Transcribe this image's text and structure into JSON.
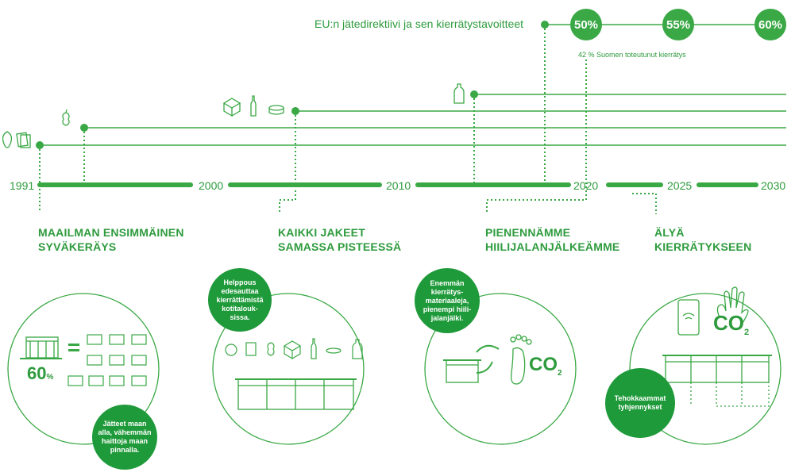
{
  "timeline": {
    "years": [
      "1991",
      "2000",
      "2010",
      "2020",
      "2025",
      "2030"
    ]
  },
  "eu": {
    "title": "EU:n jätedirektiivi ja sen kierrätystavoitteet",
    "targets": [
      "50%",
      "55%",
      "60%"
    ],
    "realized": "42 %  Suomen toteutunut kierrätys"
  },
  "milestones": [
    {
      "heading_line1": "MAAILMAN ENSIMMÄINEN",
      "heading_line2": "SYVÄKERÄYS"
    },
    {
      "heading_line1": "KAIKKI JAKEET",
      "heading_line2": "SAMASSA PISTEESSÄ"
    },
    {
      "heading_line1": "PIENENNÄMME",
      "heading_line2": "HIILIJALANJÄLKEÄMME"
    },
    {
      "heading_line1": "ÄLYÄ",
      "heading_line2": "KIERRÄTYKSEEN"
    }
  ],
  "panel1": {
    "percent": "60",
    "percent_unit": "%",
    "bubble": "Jätteet maan alla, vähemmän haittoja maan pinnalla."
  },
  "panel2": {
    "bubble": "Helppous edesauttaa kierrättämistä kotitalouk-sissa."
  },
  "panel3": {
    "bubble": "Enemmän kierrätys-materiaaleja, pienempi hiili-jalanjälki.",
    "co2": "CO",
    "co2_sub": "2"
  },
  "panel4": {
    "bubble": "Tehokkaammat tyhjennykset",
    "co2": "CO",
    "co2_sub": "2"
  },
  "colors": {
    "green": "#3aa845",
    "dark_green": "#1f9a3a",
    "text_green": "#2e9b3d"
  }
}
